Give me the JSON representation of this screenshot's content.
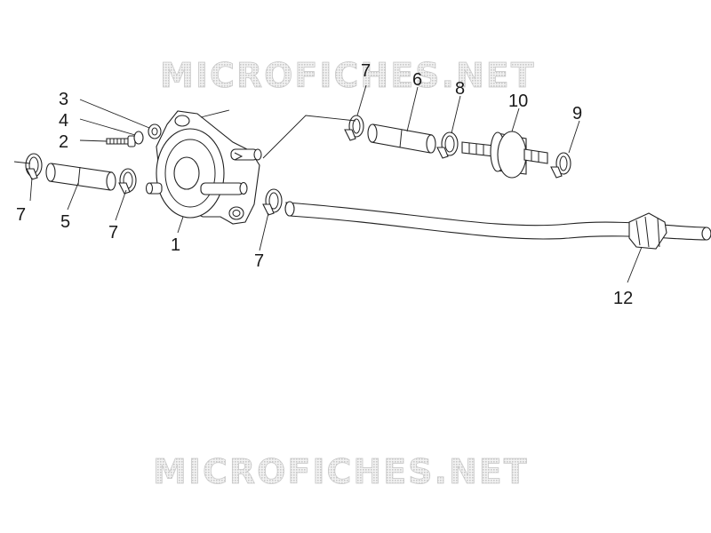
{
  "watermark": {
    "top": "MICROFICHES.NET",
    "bottom": "MICROFICHES.NET"
  },
  "callouts": [
    "3",
    "4",
    "2",
    "7",
    "5",
    "7",
    "1",
    "7",
    "7",
    "6",
    "8",
    "10",
    "9",
    "12"
  ]
}
